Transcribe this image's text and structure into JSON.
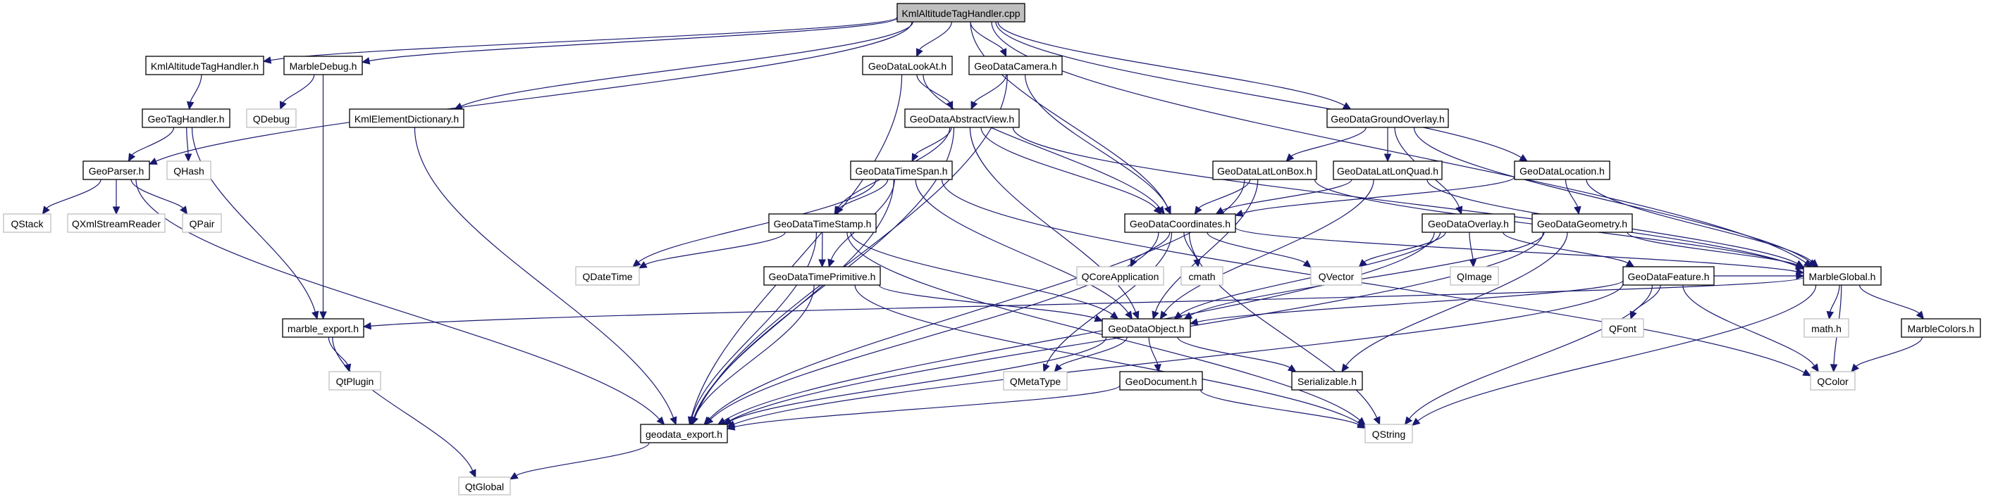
{
  "graph": {
    "title": "KmlAltitudeTagHandler.cpp",
    "colors": {
      "edge": "#191970",
      "root_fill": "#bfbfbf",
      "node_border": "#000000",
      "external_border": "#bfbfbf",
      "background": "#ffffff"
    },
    "nodes": [
      {
        "id": "root",
        "label": "KmlAltitudeTagHandler.cpp",
        "kind": "root"
      },
      {
        "id": "kathh",
        "label": "KmlAltitudeTagHandler.h",
        "kind": "header"
      },
      {
        "id": "mdebug",
        "label": "MarbleDebug.h",
        "kind": "header"
      },
      {
        "id": "lookat",
        "label": "GeoDataLookAt.h",
        "kind": "header"
      },
      {
        "id": "camera",
        "label": "GeoDataCamera.h",
        "kind": "header"
      },
      {
        "id": "gtaghandler",
        "label": "GeoTagHandler.h",
        "kind": "header"
      },
      {
        "id": "qdebug",
        "label": "QDebug",
        "kind": "external"
      },
      {
        "id": "kmledict",
        "label": "KmlElementDictionary.h",
        "kind": "header"
      },
      {
        "id": "absview",
        "label": "GeoDataAbstractView.h",
        "kind": "header"
      },
      {
        "id": "groundov",
        "label": "GeoDataGroundOverlay.h",
        "kind": "header"
      },
      {
        "id": "geoparser",
        "label": "GeoParser.h",
        "kind": "header"
      },
      {
        "id": "qhash",
        "label": "QHash",
        "kind": "external"
      },
      {
        "id": "timespan",
        "label": "GeoDataTimeSpan.h",
        "kind": "header"
      },
      {
        "id": "latlonbox",
        "label": "GeoDataLatLonBox.h",
        "kind": "header"
      },
      {
        "id": "latlonquad",
        "label": "GeoDataLatLonQuad.h",
        "kind": "header"
      },
      {
        "id": "location",
        "label": "GeoDataLocation.h",
        "kind": "header"
      },
      {
        "id": "qstack",
        "label": "QStack",
        "kind": "external"
      },
      {
        "id": "qxml",
        "label": "QXmlStreamReader",
        "kind": "external"
      },
      {
        "id": "qpair",
        "label": "QPair",
        "kind": "external"
      },
      {
        "id": "timestamp",
        "label": "GeoDataTimeStamp.h",
        "kind": "header"
      },
      {
        "id": "coords",
        "label": "GeoDataCoordinates.h",
        "kind": "header"
      },
      {
        "id": "overlay",
        "label": "GeoDataOverlay.h",
        "kind": "header"
      },
      {
        "id": "geometry",
        "label": "GeoDataGeometry.h",
        "kind": "header"
      },
      {
        "id": "qdatetime",
        "label": "QDateTime",
        "kind": "external"
      },
      {
        "id": "timeprim",
        "label": "GeoDataTimePrimitive.h",
        "kind": "header"
      },
      {
        "id": "qcoreapp",
        "label": "QCoreApplication",
        "kind": "external"
      },
      {
        "id": "cmath",
        "label": "cmath",
        "kind": "external"
      },
      {
        "id": "qvector",
        "label": "QVector",
        "kind": "external"
      },
      {
        "id": "qimage",
        "label": "QImage",
        "kind": "external"
      },
      {
        "id": "feature",
        "label": "GeoDataFeature.h",
        "kind": "header"
      },
      {
        "id": "mglobal",
        "label": "MarbleGlobal.h",
        "kind": "header"
      },
      {
        "id": "mexport",
        "label": "marble_export.h",
        "kind": "header"
      },
      {
        "id": "object",
        "label": "GeoDataObject.h",
        "kind": "header"
      },
      {
        "id": "qfont",
        "label": "QFont",
        "kind": "external"
      },
      {
        "id": "mathh",
        "label": "math.h",
        "kind": "external"
      },
      {
        "id": "mcolors",
        "label": "MarbleColors.h",
        "kind": "header"
      },
      {
        "id": "qtplugin",
        "label": "QtPlugin",
        "kind": "external"
      },
      {
        "id": "qmetatype",
        "label": "QMetaType",
        "kind": "external"
      },
      {
        "id": "geodoc",
        "label": "GeoDocument.h",
        "kind": "header"
      },
      {
        "id": "serializable",
        "label": "Serializable.h",
        "kind": "header"
      },
      {
        "id": "qcolor",
        "label": "QColor",
        "kind": "external"
      },
      {
        "id": "gexport",
        "label": "geodata_export.h",
        "kind": "header"
      },
      {
        "id": "qstring",
        "label": "QString",
        "kind": "external"
      },
      {
        "id": "qtglobal",
        "label": "QtGlobal",
        "kind": "external"
      }
    ],
    "edges": [
      [
        "root",
        "kathh"
      ],
      [
        "root",
        "mdebug"
      ],
      [
        "root",
        "geoparser"
      ],
      [
        "root",
        "kmledict"
      ],
      [
        "root",
        "lookat"
      ],
      [
        "root",
        "camera"
      ],
      [
        "root",
        "coords"
      ],
      [
        "root",
        "groundov"
      ],
      [
        "root",
        "location"
      ],
      [
        "root",
        "mglobal"
      ],
      [
        "kathh",
        "gtaghandler"
      ],
      [
        "gtaghandler",
        "geoparser"
      ],
      [
        "gtaghandler",
        "qhash"
      ],
      [
        "gtaghandler",
        "mexport"
      ],
      [
        "geoparser",
        "qstack"
      ],
      [
        "geoparser",
        "qxml"
      ],
      [
        "geoparser",
        "qpair"
      ],
      [
        "geoparser",
        "gexport"
      ],
      [
        "mdebug",
        "qdebug"
      ],
      [
        "mdebug",
        "mexport"
      ],
      [
        "kmledict",
        "gexport"
      ],
      [
        "lookat",
        "absview"
      ],
      [
        "lookat",
        "coords"
      ],
      [
        "lookat",
        "gexport"
      ],
      [
        "camera",
        "absview"
      ],
      [
        "camera",
        "coords"
      ],
      [
        "camera",
        "gexport"
      ],
      [
        "absview",
        "timespan"
      ],
      [
        "absview",
        "timestamp"
      ],
      [
        "absview",
        "object"
      ],
      [
        "absview",
        "coords"
      ],
      [
        "absview",
        "mglobal"
      ],
      [
        "absview",
        "gexport"
      ],
      [
        "timespan",
        "timestamp"
      ],
      [
        "timespan",
        "timeprim"
      ],
      [
        "timespan",
        "qdatetime"
      ],
      [
        "timespan",
        "object"
      ],
      [
        "timespan",
        "gexport"
      ],
      [
        "timespan",
        "qcolor"
      ],
      [
        "timestamp",
        "timeprim"
      ],
      [
        "timestamp",
        "qdatetime"
      ],
      [
        "timestamp",
        "object"
      ],
      [
        "timestamp",
        "gexport"
      ],
      [
        "timestamp",
        "qstring"
      ],
      [
        "timeprim",
        "object"
      ],
      [
        "timeprim",
        "gexport"
      ],
      [
        "timeprim",
        "qstring"
      ],
      [
        "coords",
        "qcoreapp"
      ],
      [
        "coords",
        "cmath"
      ],
      [
        "coords",
        "qvector"
      ],
      [
        "coords",
        "qmetatype"
      ],
      [
        "coords",
        "qstring"
      ],
      [
        "coords",
        "gexport"
      ],
      [
        "coords",
        "mglobal"
      ],
      [
        "groundov",
        "latlonbox"
      ],
      [
        "groundov",
        "latlonquad"
      ],
      [
        "groundov",
        "overlay"
      ],
      [
        "groundov",
        "mglobal"
      ],
      [
        "latlonbox",
        "coords"
      ],
      [
        "latlonbox",
        "object"
      ],
      [
        "latlonbox",
        "gexport"
      ],
      [
        "latlonbox",
        "mglobal"
      ],
      [
        "latlonquad",
        "coords"
      ],
      [
        "latlonquad",
        "object"
      ],
      [
        "latlonquad",
        "mglobal"
      ],
      [
        "location",
        "geometry"
      ],
      [
        "location",
        "coords"
      ],
      [
        "location",
        "mglobal"
      ],
      [
        "overlay",
        "feature"
      ],
      [
        "overlay",
        "qimage"
      ],
      [
        "overlay",
        "qvector"
      ],
      [
        "overlay",
        "object"
      ],
      [
        "overlay",
        "gexport"
      ],
      [
        "geometry",
        "object"
      ],
      [
        "geometry",
        "serializable"
      ],
      [
        "geometry",
        "mglobal"
      ],
      [
        "geometry",
        "gexport"
      ],
      [
        "feature",
        "object"
      ],
      [
        "feature",
        "qfont"
      ],
      [
        "feature",
        "qcolor"
      ],
      [
        "feature",
        "qstring"
      ],
      [
        "feature",
        "gexport"
      ],
      [
        "feature",
        "mglobal"
      ],
      [
        "object",
        "qmetatype"
      ],
      [
        "object",
        "geodoc"
      ],
      [
        "object",
        "serializable"
      ],
      [
        "object",
        "gexport"
      ],
      [
        "geodoc",
        "gexport"
      ],
      [
        "geodoc",
        "qstring"
      ],
      [
        "mglobal",
        "mathh"
      ],
      [
        "mglobal",
        "mcolors"
      ],
      [
        "mglobal",
        "qcolor"
      ],
      [
        "mglobal",
        "qstring"
      ],
      [
        "mglobal",
        "mexport"
      ],
      [
        "mcolors",
        "qcolor"
      ],
      [
        "mexport",
        "qtplugin"
      ],
      [
        "mexport",
        "qtglobal"
      ],
      [
        "gexport",
        "qtglobal"
      ]
    ]
  }
}
